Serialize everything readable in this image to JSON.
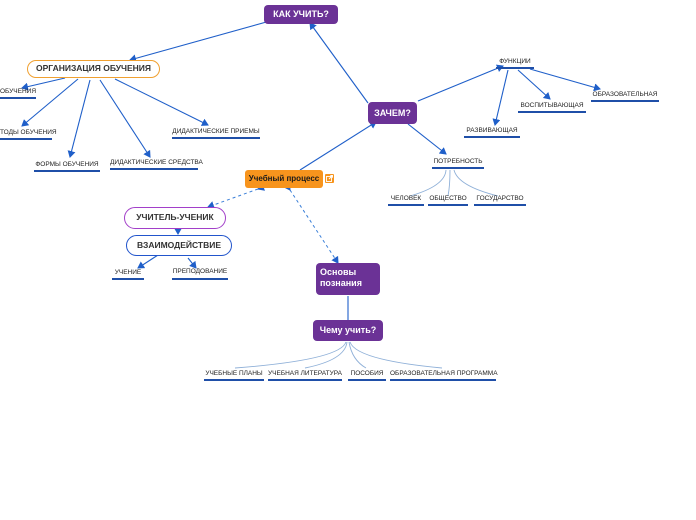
{
  "root": {
    "label": "КАК УЧИТЬ?"
  },
  "organization": {
    "label": "ОРГАНИЗАЦИЯ ОБУЧЕНИЯ",
    "children": [
      "ОБУЧЕНИЯ",
      "ТОДЫ ОБУЧЕНИЯ",
      "ФОРМЫ ОБУЧЕНИЯ",
      "ДИДАКТИЧЕСКИЕ СРЕДСТВА",
      "ДИДАКТИЧЕСКИЕ ПРИЕМЫ"
    ]
  },
  "why": {
    "label": "ЗАЧЕМ?"
  },
  "functions": {
    "label": "ФУНКЦИИ",
    "children": [
      "РАЗВИВАЮЩАЯ",
      "ВОСПИТЫВАЮЩАЯ",
      "ОБРАЗОВАТЕЛЬНАЯ"
    ]
  },
  "need": {
    "label": "ПОТРЕБНОСТЬ",
    "children": [
      "ЧЕЛОВЕК",
      "ОБЩЕСТВО",
      "ГОСУДАРСТВО"
    ]
  },
  "process": {
    "label": "Учебный процесс",
    "link_icon": "external-link-icon"
  },
  "teacher_student": {
    "label": "УЧИТЕЛЬ-УЧЕНИК"
  },
  "interaction": {
    "label": "ВЗАИМОДЕЙСТВИЕ",
    "children": [
      "УЧЕНИЕ",
      "ПРЕПОДОВАНИЕ"
    ]
  },
  "basics": {
    "label": "Основы познания"
  },
  "what": {
    "label": "Чему учить?",
    "children": [
      "УЧЕБНЫЕ ПЛАНЫ",
      "УЧЕБНАЯ ЛИТЕРАТУРА",
      "ПОСОБИЯ",
      "ОБРАЗОВАТЕЛЬНАЯ ПРОГРАММА"
    ]
  },
  "colors": {
    "purple": "#6b3296",
    "orange": "#f7941d",
    "blue_line": "#1f5fc9",
    "underline": "#1f4fa8",
    "light_branch": "#8fb0d8",
    "outline_orange": "#f0a030",
    "outline_purple": "#a23fc9",
    "outline_blue": "#2255cc"
  }
}
